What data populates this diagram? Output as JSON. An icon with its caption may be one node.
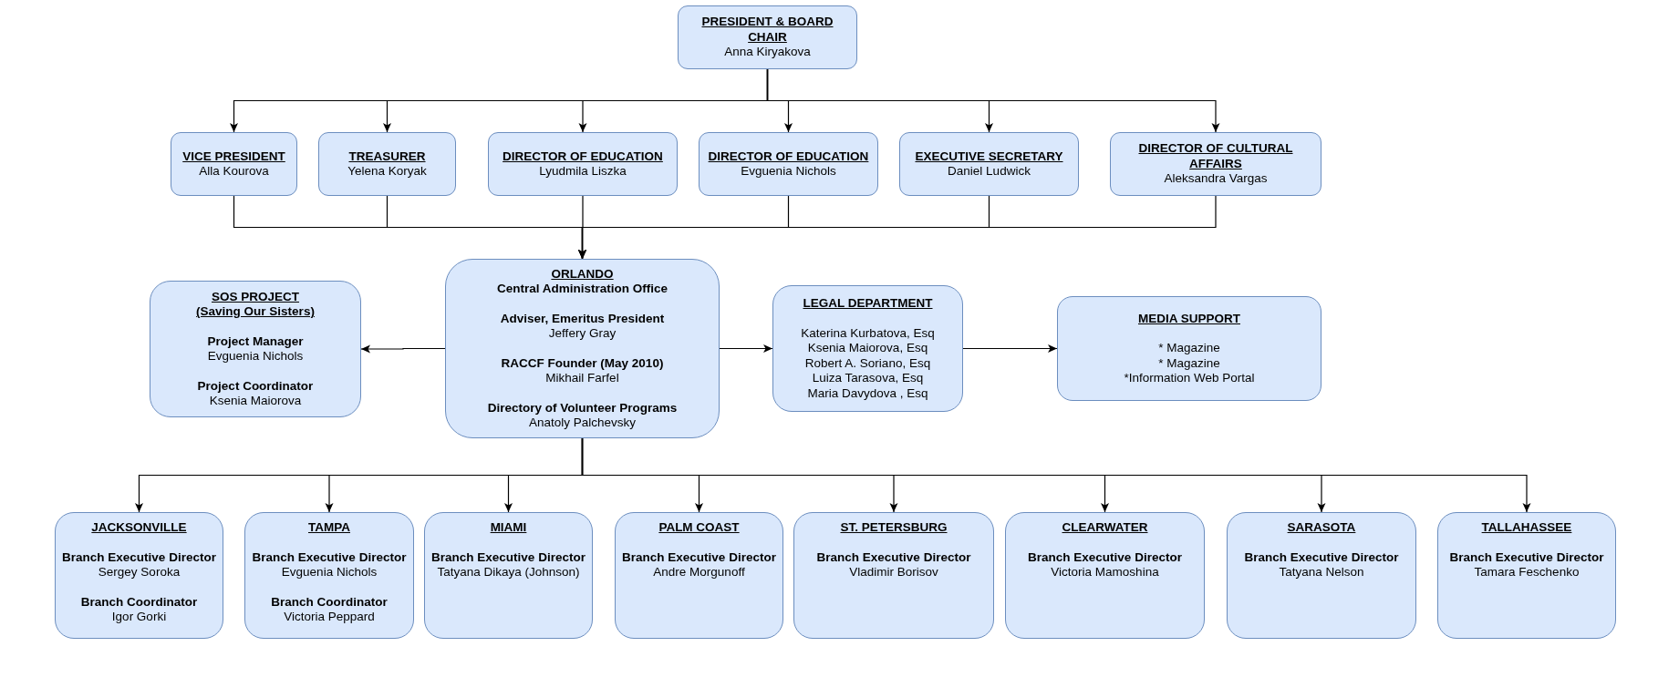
{
  "diagram": {
    "nodes": [
      {
        "text": [
          "PRESIDENT & BOARD CHAIR",
          "Anna Kiryakova"
        ]
      },
      {
        "text": [
          "VICE PRESIDENT",
          "Alla Kourova"
        ]
      },
      {
        "text": [
          "TREASURER",
          "Yelena Koryak"
        ]
      },
      {
        "text": [
          "DIRECTOR OF EDUCATION",
          "Lyudmila Liszka"
        ]
      },
      {
        "text": [
          "DIRECTOR OF EDUCATION",
          "Evguenia Nichols"
        ]
      },
      {
        "text": [
          "EXECUTIVE SECRETARY",
          "Daniel Ludwick"
        ]
      },
      {
        "text": [
          "DIRECTOR OF CULTURAL AFFAIRS",
          "Aleksandra Vargas"
        ]
      },
      {
        "text": [
          "SOS PROJECT",
          "(Saving Our Sisters)",
          "Project Manager",
          "Evguenia Nichols",
          "Project Coordinator",
          "Ksenia Maiorova"
        ]
      },
      {
        "text": [
          "ORLANDO",
          "Central Administration Office",
          "Adviser, Emeritus President",
          "Jeffery Gray",
          "RACCF Founder (May 2010)",
          "Mikhail Farfel",
          "Directory of Volunteer Programs",
          "Anatoly Palchevsky"
        ]
      },
      {
        "text": [
          "LEGAL DEPARTMENT",
          "Katerina Kurbatova, Esq",
          "Ksenia Maiorova, Esq",
          "Robert A. Soriano, Esq",
          "Luiza Tarasova, Esq",
          "Maria Davydova , Esq"
        ]
      },
      {
        "text": [
          "MEDIA SUPPORT",
          "* Magazine",
          "* Magazine",
          "*Information Web Portal"
        ]
      },
      {
        "text": [
          "JACKSONVILLE",
          "Branch Executive Director",
          "Sergey Soroka",
          "Branch Coordinator",
          "Igor Gorki"
        ]
      },
      {
        "text": [
          "TAMPA",
          "Branch Executive Director",
          "Evguenia Nichols",
          "Branch Coordinator",
          "Victoria Peppard"
        ]
      },
      {
        "text": [
          "MIAMI",
          "Branch Executive Director",
          "Tatyana Dikaya (Johnson)"
        ]
      },
      {
        "text": [
          "PALM COAST",
          "Branch Executive Director",
          "Andre Morgunoff"
        ]
      },
      {
        "text": [
          "ST. PETERSBURG",
          "Branch Executive Director",
          "Vladimir Borisov"
        ]
      },
      {
        "text": [
          "CLEARWATER",
          "Branch Executive Director",
          "Victoria Mamoshina"
        ]
      },
      {
        "text": [
          "SARASOTA",
          "Branch Executive Director",
          "Tatyana Nelson"
        ]
      },
      {
        "text": [
          "TALLAHASSEE",
          "Branch Executive Director",
          "Tamara Feschenko"
        ]
      }
    ],
    "edges": [
      {
        "from": 0,
        "to": 1,
        "arrow": "to"
      },
      {
        "from": 0,
        "to": 2,
        "arrow": "to"
      },
      {
        "from": 0,
        "to": 3,
        "arrow": "to"
      },
      {
        "from": 0,
        "to": 4,
        "arrow": "to"
      },
      {
        "from": 0,
        "to": 5,
        "arrow": "to"
      },
      {
        "from": 0,
        "to": 6,
        "arrow": "to"
      },
      {
        "from": 1,
        "to": 8,
        "arrow": "to"
      },
      {
        "from": 2,
        "to": 8,
        "arrow": "to"
      },
      {
        "from": 3,
        "to": 8,
        "arrow": "to"
      },
      {
        "from": 4,
        "to": 8,
        "arrow": "to"
      },
      {
        "from": 5,
        "to": 8,
        "arrow": "to"
      },
      {
        "from": 6,
        "to": 8,
        "arrow": "to"
      },
      {
        "from": 8,
        "to": 7,
        "arrow": "to"
      },
      {
        "from": 8,
        "to": 9,
        "arrow": "to"
      },
      {
        "from": 9,
        "to": 10,
        "arrow": "to"
      },
      {
        "from": 8,
        "to": 11,
        "arrow": "to"
      },
      {
        "from": 8,
        "to": 12,
        "arrow": "to"
      },
      {
        "from": 8,
        "to": 13,
        "arrow": "to"
      },
      {
        "from": 8,
        "to": 14,
        "arrow": "to"
      },
      {
        "from": 8,
        "to": 15,
        "arrow": "to"
      },
      {
        "from": 8,
        "to": 16,
        "arrow": "to"
      },
      {
        "from": 8,
        "to": 17,
        "arrow": "to"
      },
      {
        "from": 8,
        "to": 18,
        "arrow": "to"
      }
    ]
  }
}
